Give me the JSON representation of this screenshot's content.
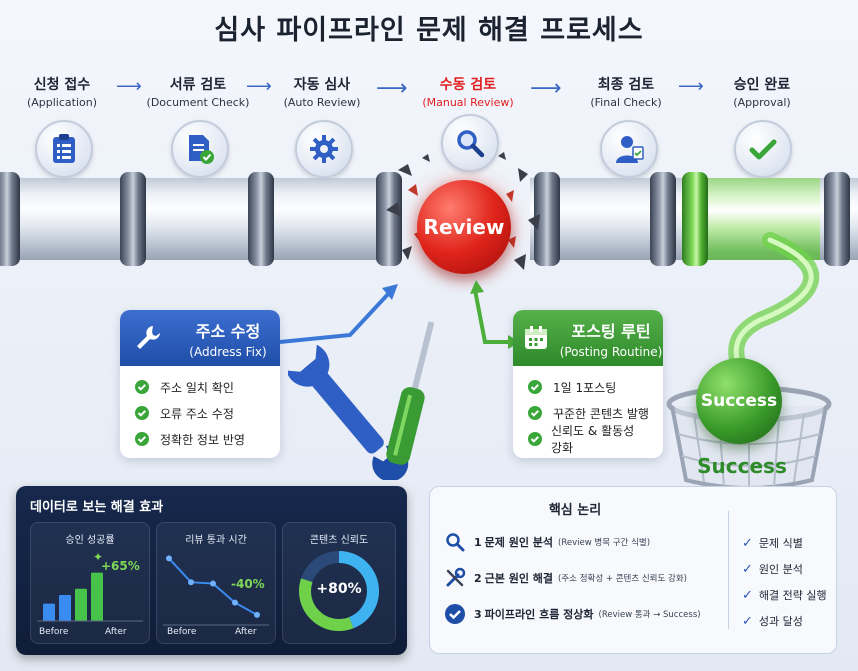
{
  "title": "심사 파이프라인 문제 해결 프로세스",
  "stages": [
    {
      "ko": "신청 접수",
      "en": "(Application)",
      "icon": "clipboard-icon"
    },
    {
      "ko": "서류 검토",
      "en": "(Document Check)",
      "icon": "document-check-icon"
    },
    {
      "ko": "자동 심사",
      "en": "(Auto Review)",
      "icon": "gear-icon"
    },
    {
      "ko": "수동 검토",
      "en": "(Manual Review)",
      "icon": "magnifier-icon"
    },
    {
      "ko": "최종 검토",
      "en": "(Final Check)",
      "icon": "reviewer-icon"
    },
    {
      "ko": "승인 완료",
      "en": "(Approval)",
      "icon": "checkmark-icon"
    }
  ],
  "arrow_glyph": "⟶",
  "review_ball": "Review",
  "address_card": {
    "title_ko": "주소 수정",
    "title_en": "(Address Fix)",
    "items": [
      "주소 일치 확인",
      "오류 주소 수정",
      "정확한 정보 반영"
    ],
    "color": "#2a5cc0"
  },
  "posting_card": {
    "title_ko": "포스팅 루틴",
    "title_en": "(Posting Routine)",
    "items": [
      "1일 1포스팅",
      "꾸준한 콘텐츠 발행",
      "신뢰도 & 활동성 강화"
    ],
    "color": "#3a9b34"
  },
  "success_ball": "Success",
  "success_label": "Success",
  "data_panel": {
    "title": "데이터로 보는 해결 효과",
    "approval": {
      "title": "승인 성공률",
      "delta": "+65%",
      "before_label": "Before",
      "after_label": "After",
      "bars": [
        {
          "group": "Before",
          "value": 0.28
        },
        {
          "group": "Before",
          "value": 0.42
        },
        {
          "group": "After",
          "value": 0.52
        },
        {
          "group": "After",
          "value": 0.78
        }
      ]
    },
    "review_time": {
      "title": "리뷰 통과 시간",
      "delta": "-40%",
      "before_label": "Before",
      "after_label": "After",
      "points": [
        0.95,
        0.6,
        0.58,
        0.3,
        0.12
      ]
    },
    "trust": {
      "title": "콘텐츠 신뢰도",
      "value_label": "+80%",
      "value": 0.8
    }
  },
  "logic_panel": {
    "title": "핵심 논리",
    "steps": [
      {
        "num": "1",
        "main": "문제 원인 분석",
        "detail": "(Review 병목 구간 식별)",
        "icon": "search-icon"
      },
      {
        "num": "2",
        "main": "근본 원인 해결",
        "detail": "(주소 정확성 + 콘텐츠 신뢰도 강화)",
        "icon": "tools-icon"
      },
      {
        "num": "3",
        "main": "파이프라인 흐름 정상화",
        "detail": "(Review 통과 → Success)",
        "icon": "check-circle-icon"
      }
    ],
    "results": [
      "문제 식별",
      "원인 분석",
      "해결 전략 실행",
      "성과 달성"
    ]
  },
  "colors": {
    "accent_red": "#e02020",
    "accent_blue": "#3b68c4",
    "accent_green": "#3a9b34",
    "panel_dark": "#13244a"
  }
}
